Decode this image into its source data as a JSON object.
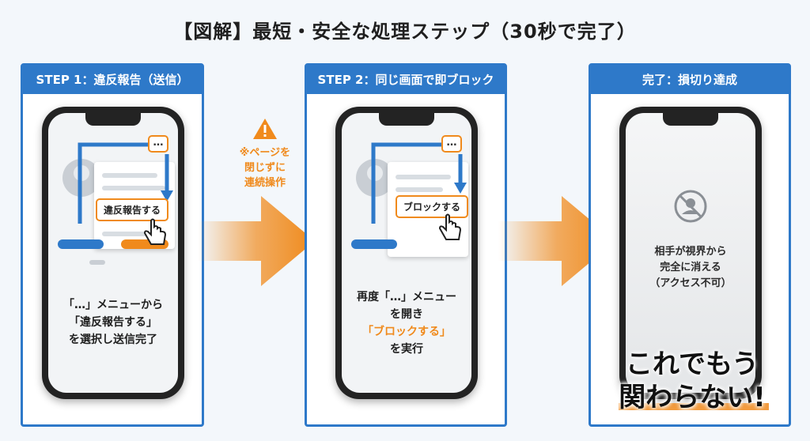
{
  "title": "【図解】最短・安全な処理ステップ（30秒で完了）",
  "step1": {
    "header": "STEP 1：違反報告（送信）",
    "dots": "…",
    "button": "違反報告する",
    "instruction_l1": "「…」メニューから",
    "instruction_l2": "「違反報告する」",
    "instruction_l3": "を選択し送信完了"
  },
  "warning": {
    "icon": "warning-triangle-icon",
    "line1": "※ページを",
    "line2": "閉じずに",
    "line3": "連続操作"
  },
  "step2": {
    "header": "STEP 2：同じ画面で即ブロック",
    "dots": "…",
    "button": "ブロックする",
    "instruction_l1": "再度「…」メニュー",
    "instruction_l2": "を開き",
    "instruction_l3": "「ブロックする」",
    "instruction_l4": "を実行"
  },
  "step3": {
    "header": "完了：損切り達成",
    "status_l1": "相手が視界から",
    "status_l2": "完全に消える",
    "status_l3": "（アクセス不可）",
    "result_l1": "これでもう",
    "result_l2": "関わらない!"
  },
  "colors": {
    "accent_blue": "#2e79c9",
    "accent_orange": "#f08a1c"
  }
}
